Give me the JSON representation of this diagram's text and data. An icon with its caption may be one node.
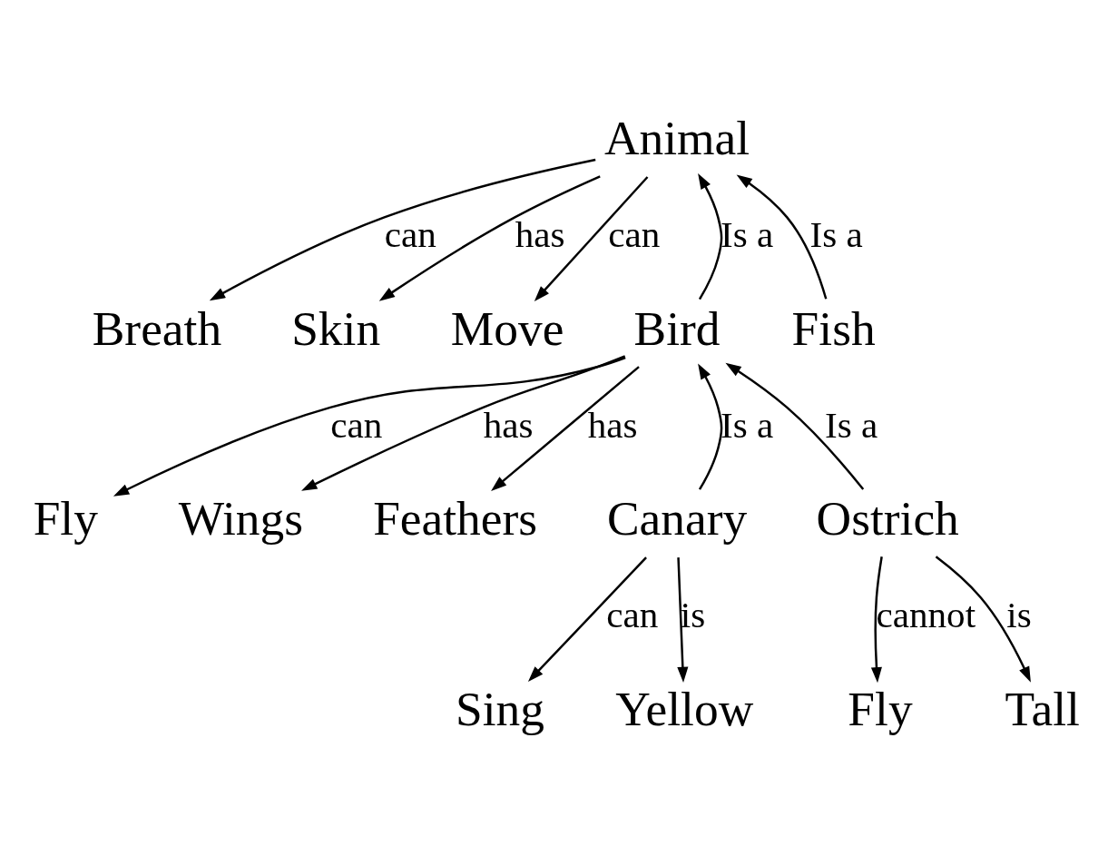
{
  "diagram": {
    "nodes": [
      {
        "text": [
          "Animal"
        ]
      },
      {
        "text": [
          "Breath"
        ]
      },
      {
        "text": [
          "Skin"
        ]
      },
      {
        "text": [
          "Move"
        ]
      },
      {
        "text": [
          "Bird"
        ]
      },
      {
        "text": [
          "Fly"
        ]
      },
      {
        "text": [
          "Wings"
        ]
      },
      {
        "text": [
          "Feathers"
        ]
      },
      {
        "text": [
          "Fish"
        ]
      },
      {
        "text": [
          "Canary"
        ]
      },
      {
        "text": [
          "Ostrich"
        ]
      },
      {
        "text": [
          "Sing"
        ]
      },
      {
        "text": [
          "Yellow"
        ]
      },
      {
        "text": [
          "Fly"
        ]
      },
      {
        "text": [
          "Tall"
        ]
      }
    ],
    "edges": [
      {
        "from": 0,
        "to": 1,
        "arrow": "to",
        "label": "can"
      },
      {
        "from": 0,
        "to": 2,
        "arrow": "to",
        "label": "has"
      },
      {
        "from": 0,
        "to": 3,
        "arrow": "to",
        "label": "can"
      },
      {
        "from": 4,
        "to": 0,
        "arrow": "to",
        "label": "Is a"
      },
      {
        "from": 8,
        "to": 0,
        "arrow": "to",
        "label": "Is a"
      },
      {
        "from": 4,
        "to": 5,
        "arrow": "to",
        "label": "can"
      },
      {
        "from": 4,
        "to": 6,
        "arrow": "to",
        "label": "has"
      },
      {
        "from": 4,
        "to": 7,
        "arrow": "to",
        "label": "has"
      },
      {
        "from": 9,
        "to": 4,
        "arrow": "to",
        "label": "Is a"
      },
      {
        "from": 10,
        "to": 4,
        "arrow": "to",
        "label": "Is a"
      },
      {
        "from": 9,
        "to": 11,
        "arrow": "to",
        "label": "can"
      },
      {
        "from": 9,
        "to": 12,
        "arrow": "to",
        "label": "is"
      },
      {
        "from": 10,
        "to": 13,
        "arrow": "to",
        "label": "cannot"
      },
      {
        "from": 10,
        "to": 14,
        "arrow": "to",
        "label": "is"
      }
    ]
  }
}
